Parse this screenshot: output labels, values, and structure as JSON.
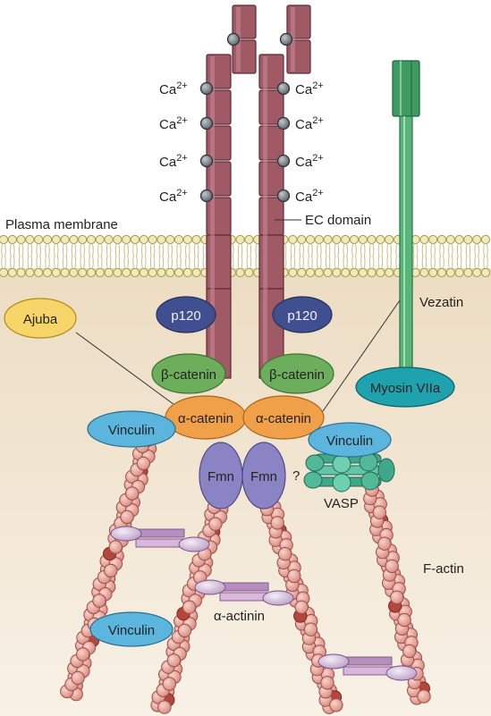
{
  "labels": {
    "calcium": "Ca",
    "calcium_charge": "2+",
    "plasma_membrane": "Plasma membrane",
    "ec_domain": "EC domain",
    "vezatin": "Vezatin",
    "ajuba": "Ajuba",
    "p120_left": "p120",
    "p120_right": "p120",
    "beta_catenin_left": "β-catenin",
    "beta_catenin_right": "β-catenin",
    "alpha_catenin_left": "α-catenin",
    "alpha_catenin_right": "α-catenin",
    "myosin": "Myosin VIIa",
    "vinculin_top_left": "Vinculin",
    "vinculin_right": "Vinculin",
    "vinculin_bottom": "Vinculin",
    "fmn_left": "Fmn",
    "fmn_right": "Fmn",
    "question": "?",
    "vasp": "VASP",
    "f_actin": "F-actin",
    "alpha_actinin": "α-actinin"
  },
  "colors": {
    "cytoplasm": "#f2e6d3",
    "cadherin": "#a05a66",
    "calcium_ion": "#7b848c",
    "p120": "#3f4f8f",
    "beta_catenin": "#6cae5c",
    "alpha_catenin": "#f0a048",
    "ajuba": "#f7d568",
    "vinculin": "#5bb5dc",
    "myosin": "#1ea2ae",
    "vezatin": "#4aa36c",
    "formin": "#8b84c4",
    "vasp": "#57c0a0",
    "f_actin": "#e9a79d",
    "alpha_actinin": "#c59cc8"
  }
}
